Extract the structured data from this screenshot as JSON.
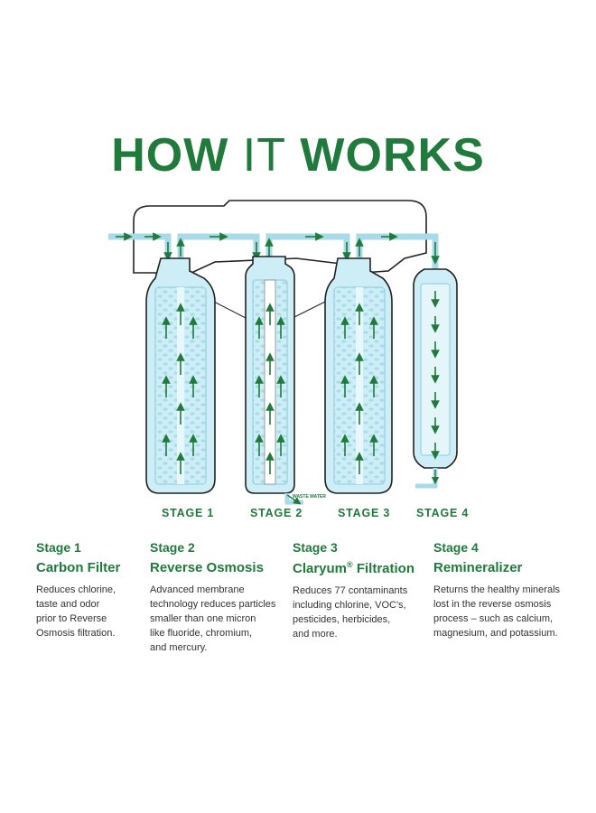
{
  "title": {
    "part1": "HOW ",
    "part2": "IT",
    "part3": " WORKS"
  },
  "diagram": {
    "waste_label": "WASTE WATER",
    "stage_labels": [
      "STAGE 1",
      "STAGE 2",
      "STAGE 3",
      "STAGE 4"
    ]
  },
  "stages": [
    {
      "number": "Stage 1",
      "name": "Carbon Filter",
      "desc": [
        "Reduces chlorine,",
        "taste and odor",
        "prior to Reverse",
        "Osmosis filtration."
      ]
    },
    {
      "number": "Stage 2",
      "name": "Reverse Osmosis",
      "desc": [
        "Advanced membrane",
        "technology reduces particles",
        "smaller than one micron",
        "like fluoride, chromium,",
        "and mercury."
      ]
    },
    {
      "number": "Stage 3",
      "name": "Claryum",
      "name_mark": "®",
      "name_suffix": " Filtration",
      "desc": [
        "Reduces 77 contaminants",
        "including chlorine, VOC's,",
        "pesticides, herbicides,",
        "and more."
      ]
    },
    {
      "number": "Stage 4",
      "name": "Remineralizer",
      "desc": [
        "Returns the healthy minerals",
        "lost in the reverse osmosis",
        "process – such as calcium,",
        "magnesium, and potassium."
      ]
    }
  ],
  "colors": {
    "brand_green": "#1f7a3c",
    "water_blue": "#9fd8e6",
    "housing_blue": "#cdeef6"
  }
}
